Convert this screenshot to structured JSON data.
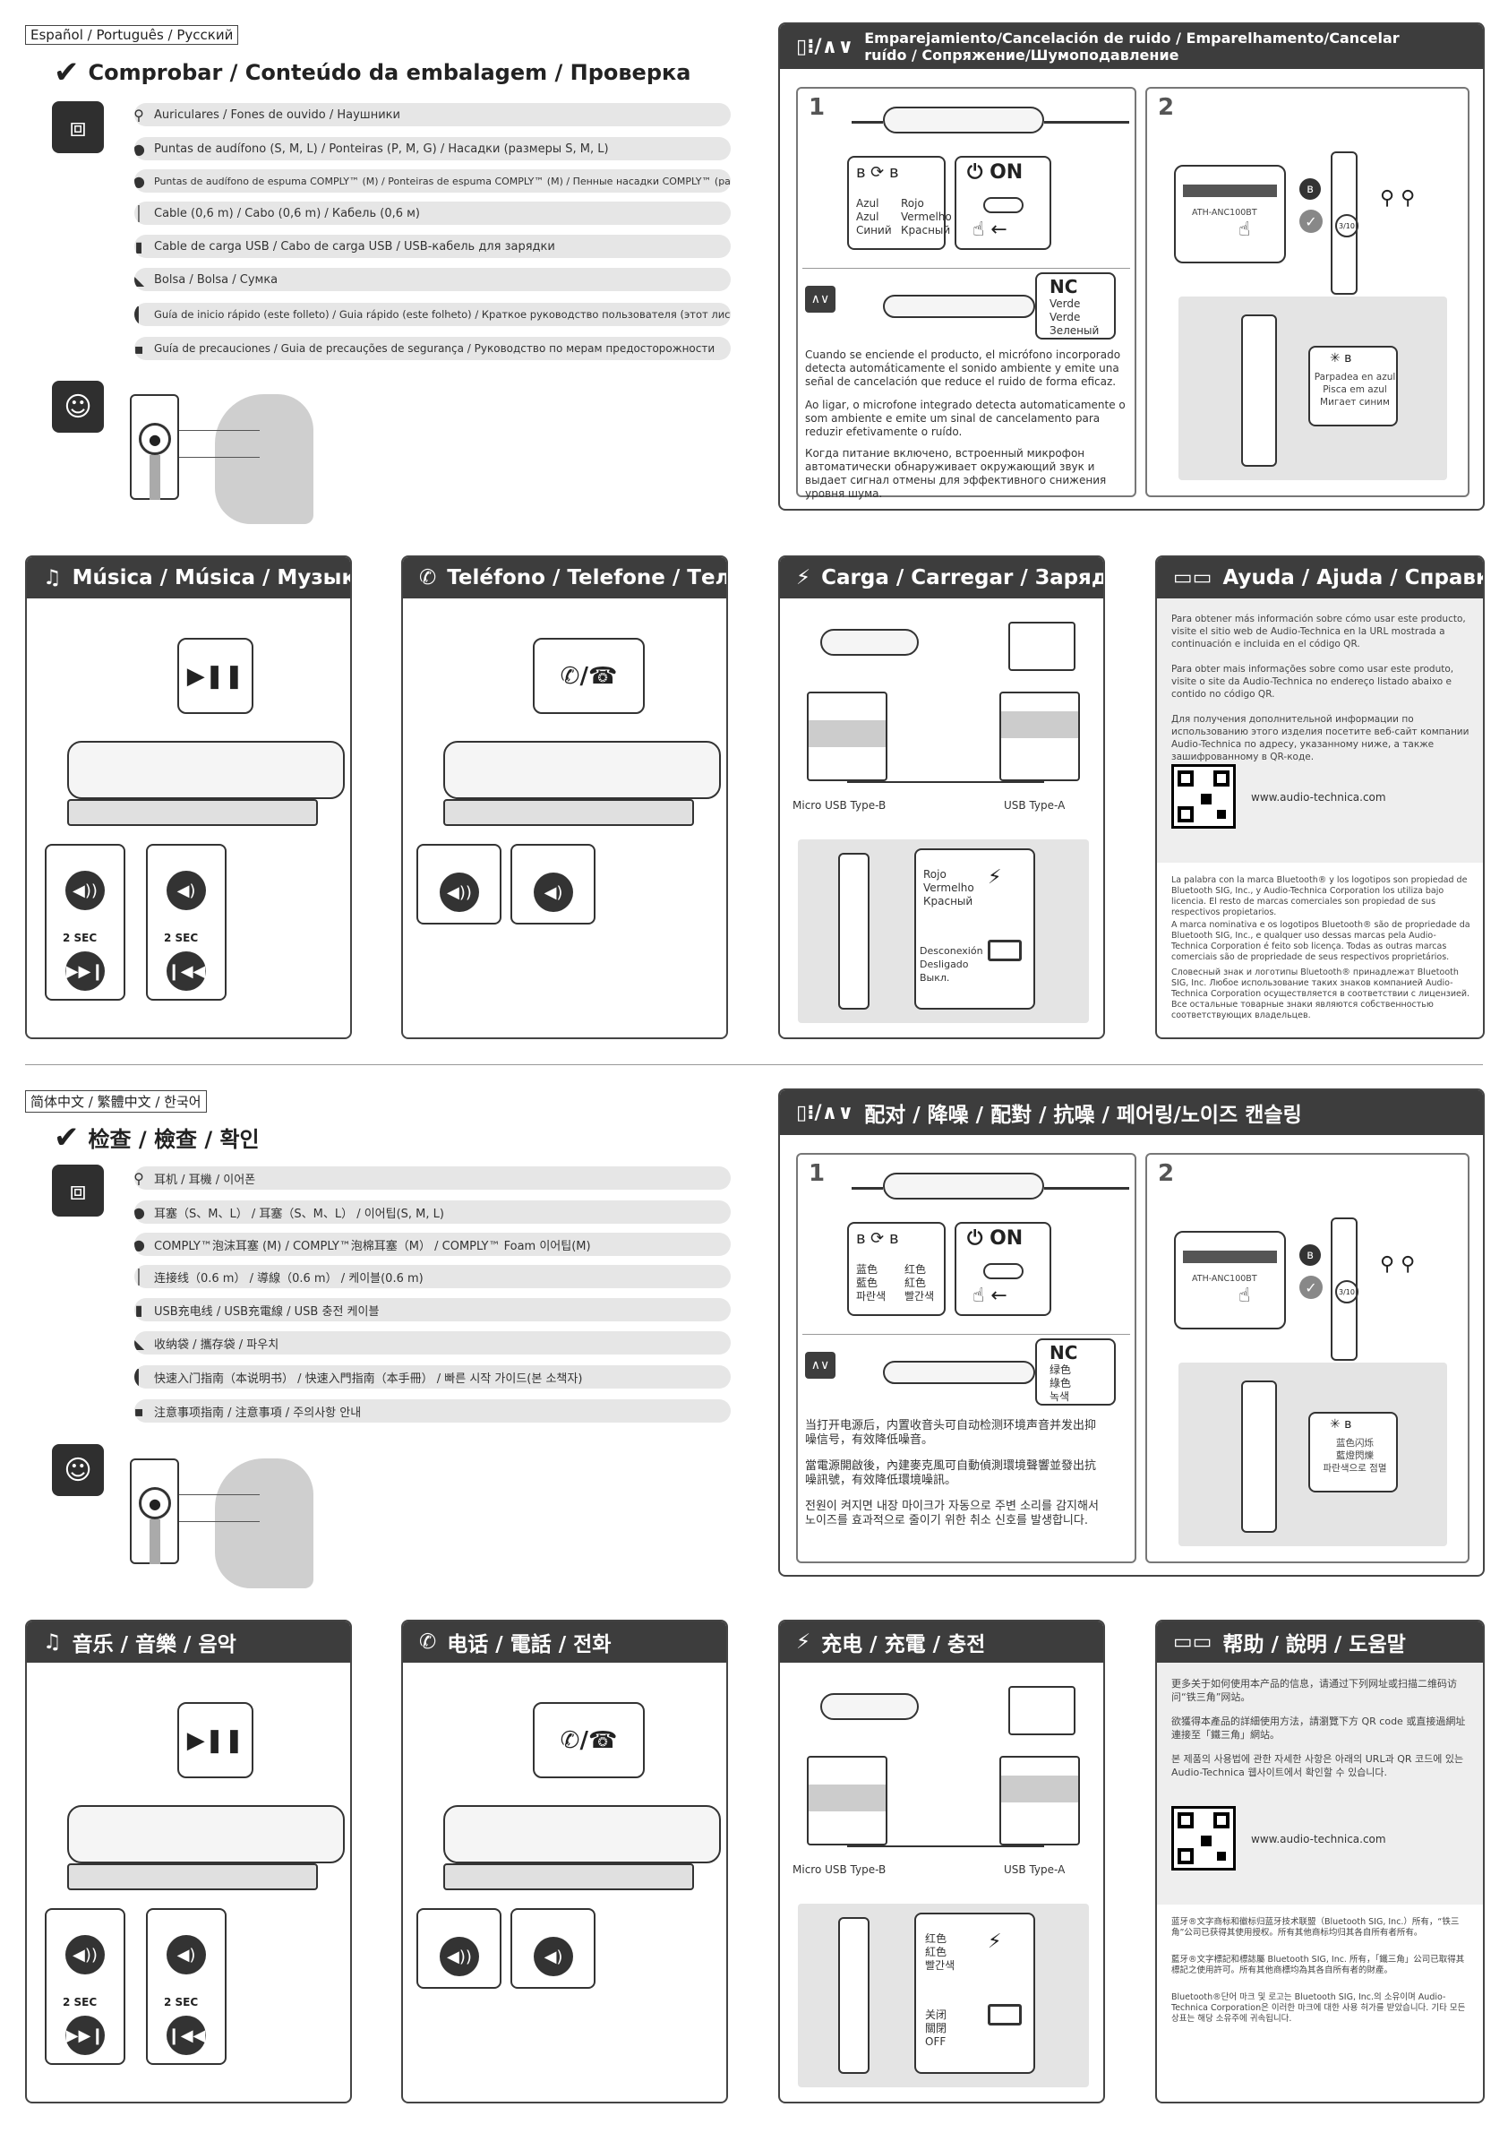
{
  "top": {
    "lang_tag": "Español / Português / Русский",
    "check_title": "Comprobar / Conteúdo da embalagem / Проверка",
    "items": [
      "Auriculares / Fones de ouvido / Наушники",
      "Puntas de audífono (S, M, L) / Ponteiras (P, M, G) / Насадки (размеры S, M, L)",
      "Puntas de audífono de espuma COMPLY™ (M) / Ponteiras de espuma COMPLY™ (M) / Пенные насадки COMPLY™ (размер M)",
      "Cable (0,6 m) / Cabo (0,6 m) / Кабель (0,6 м)",
      "Cable de carga USB / Cabo de carga USB / USB-кабель для зарядки",
      "Bolsa / Bolsa / Сумка",
      "Guía de inicio rápido (este folleto) / Guia rápido (este folheto) / Краткое руководство пользователя (этот листок)",
      "Guía de precauciones / Guia de precauções de segurança / Руководство по мерам предосторожности"
    ],
    "pair_head": "Emparejamiento/Cancelación de ruido / Emparelhamento/Cancelar ruído / Сопряжение/Шумоподавление",
    "step1": "1",
    "step2": "2",
    "colors_left": "Azul\nAzul\nСиний",
    "colors_right": "Rojo\nVermelho\nКрасный",
    "on": "ON",
    "nc": "NC",
    "nc_colors": "Verde\nVerde\nЗеленый",
    "nc_text_es": "Cuando se enciende el producto, el micrófono incorporado detecta automáticamente el sonido ambiente y emite una señal de cancelación que reduce el ruido de forma eficaz.",
    "nc_text_pt": "Ao ligar, o microfone integrado detecta automaticamente o som ambiente e emite um sinal de cancelamento para reduzir efetivamente o ruído.",
    "nc_text_ru": "Когда питание включено, встроенный микрофон автоматически обнаруживает окружающий звук и выдает сигнал отмены для эффективного снижения уровня шума.",
    "phone_model": "ATH-ANC100BT",
    "blink_text": "Parpadea en azul\nPisca em azul\nМигает синим",
    "music_head": "Música / Música / Музыка",
    "phone_head": "Teléfono / Telefone / Телефон",
    "charge_head": "Carga / Carregar / Заряд",
    "help_head": "Ayuda / Ajuda / Справка",
    "sec2": "2 SEC",
    "micro_usb": "Micro USB Type-B",
    "usb_a": "USB Type-A",
    "charge_red": "Rojo\nVermelho\nКрасный",
    "charge_off": "Desconexión\nDesligado\nВыкл.",
    "help_es": "Para obtener más información sobre cómo usar este producto, visite el sitio web de Audio-Technica en la URL mostrada a continuación e incluida en el código QR.",
    "help_pt": "Para obter mais informações sobre como usar este produto, visite o site da Audio-Technica no endereço listado abaixo e contido no código QR.",
    "help_ru": "Для получения дополнительной информации по использованию этого изделия посетите веб-сайт компании Audio-Technica по адресу, указанному ниже, а также зашифрованному в QR-коде.",
    "url": "www.audio-technica.com",
    "legal_es": "La palabra con la marca Bluetooth® y los logotipos son propiedad de Bluetooth SIG, Inc., y Audio-Technica Corporation los utiliza bajo licencia. El resto de marcas comerciales son propiedad de sus respectivos propietarios.",
    "legal_pt": "A marca nominativa e os logotipos Bluetooth® são de propriedade da Bluetooth SIG, Inc., e qualquer uso dessas marcas pela Audio-Technica Corporation é feito sob licença. Todas as outras marcas comerciais são de propriedade de seus respectivos proprietários.",
    "legal_ru": "Словесный знак и логотипы Bluetooth® принадлежат Bluetooth SIG, Inc. Любое использование таких знаков компанией Audio-Technica Corporation осуществляется в соответствии с лицензией. Все остальные товарные знаки являются собственностью соответствующих владельцев."
  },
  "bottom": {
    "lang_tag": "简体中文 / 繁體中文 / 한국어",
    "check_title": "检查 / 檢查 / 확인",
    "items": [
      "耳机 / 耳機 / 이어폰",
      "耳塞（S、M、L） / 耳塞（S、M、L） / 이어팁(S, M, L)",
      "COMPLY™泡沫耳塞 (M) / COMPLY™泡棉耳塞（M） / COMPLY™ Foam 이어팁(M)",
      "连接线（0.6 m） / 導線（0.6 m） / 케이블(0.6 m)",
      "USB充电线 / USB充電線 / USB 충전 케이블",
      "收纳袋 / 攜存袋 / 파우치",
      "快速入门指南（本说明书） / 快速入門指南（本手冊） / 빠른 시작 가이드(본 소책자)",
      "注意事项指南 / 注意事項 / 주의사항 안내"
    ],
    "pair_head": "配对 / 降噪 / 配對 / 抗噪 / 페어링/노이즈 캔슬링",
    "colors_left": "蓝色\n藍色\n파란색",
    "colors_right": "红色\n紅色\n빨간색",
    "nc_colors": "绿色\n綠色\n녹색",
    "nc_text_zh": "当打开电源后，内置收音头可自动检测环境声音并发出抑噪信号，有效降低噪音。",
    "nc_text_tw": "當電源開啟後，內建麥克風可自動偵測環境聲響並發出抗噪訊號，有效降低環境噪訊。",
    "nc_text_ko": "전원이 켜지면 내장 마이크가 자동으로 주변 소리를 감지해서 노이즈를 효과적으로 줄이기 위한 취소 신호를 발생합니다.",
    "blink_text": "蓝色闪烁\n藍燈閃爍\n파란색으로 점멸",
    "music_head": "音乐 / 音樂 / 음악",
    "phone_head": "电话 / 電話 / 전화",
    "charge_head": "充电 / 充電 / 충전",
    "help_head": "帮助 / 說明 / 도움말",
    "charge_red": "红色\n紅色\n빨간색",
    "charge_off": "关闭\n關閉\nOFF",
    "help_zh": "更多关于如何使用本产品的信息，请通过下列网址或扫描二维码访问“铁三角”网站。",
    "help_tw": "欲獲得本產品的詳細使用方法，請瀏覽下方 QR code 或直接過網址連接至「鐵三角」網站。",
    "help_ko": "본 제품의 사용법에 관한 자세한 사항은 아래의 URL과 QR 코드에 있는 Audio-Technica 웹사이트에서 확인할 수 있습니다.",
    "legal_zh": "蓝牙®文字商标和徽标归蓝牙技术联盟（Bluetooth SIG, Inc.）所有，“铁三角”公司已获得其使用授权。所有其他商标均归其各自所有者所有。",
    "legal_tw": "藍牙®文字標記和標誌屬 Bluetooth SIG, Inc. 所有，「鐵三角」公司已取得其標記之使用許可。所有其他商標均為其各自所有者的財產。",
    "legal_ko": "Bluetooth®단어 마크 및 로고는 Bluetooth SIG, Inc.의 소유이며 Audio-Technica Corporation은 이러한 마크에 대한 사용 허가를 받았습니다. 기타 모든 상표는 해당 소유주에 귀속됩니다."
  },
  "icons": {
    "check": "checkmark-icon",
    "box": "package-icon",
    "person": "wearing-icon",
    "music": "music-note-icon",
    "phone": "phone-icon",
    "charge": "charge-icon",
    "help": "book-icon",
    "bluetooth": "bluetooth-icon"
  }
}
